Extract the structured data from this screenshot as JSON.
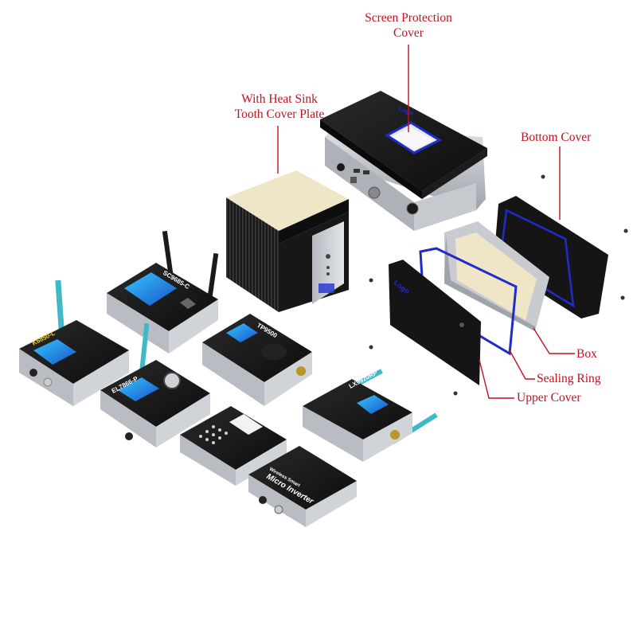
{
  "colors": {
    "callout": "#c1121f",
    "accent_blue": "#1f2cc8",
    "antenna_teal": "#3fb8c8",
    "housing_silver": "#c9ccd1",
    "panel_black": "#141414",
    "cream": "#efe6c8"
  },
  "callouts": {
    "screen_protection": {
      "line1": "Screen Protection",
      "line2": "Cover"
    },
    "heat_sink": {
      "line1": "With Heat Sink",
      "line2": "Tooth Cover Plate"
    },
    "bottom_cover": "Bottom Cover",
    "box": "Box",
    "sealing_ring": "Sealing Ring",
    "upper_cover": "Upper Cover"
  },
  "device_labels": {
    "sc": "SC9685-C",
    "k": "K6850-L",
    "tp": "TP9500",
    "el": "EL7866-P",
    "lx": "LX9920RP",
    "micro_line1": "Wireless Smart",
    "micro_line2": "Micro Inverter"
  }
}
